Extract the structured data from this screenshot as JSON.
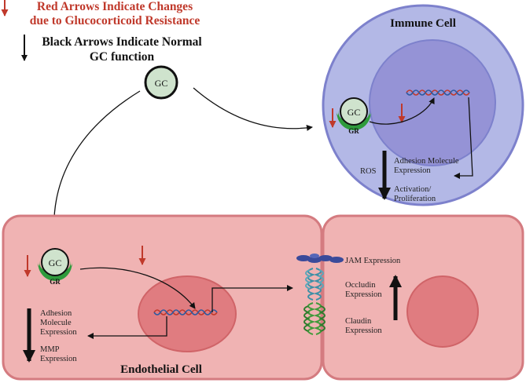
{
  "legend": {
    "red_line1": "Red Arrows Indicate Changes",
    "red_line2": "due to Glucocorticoid Resistance",
    "black_line1": "Black Arrows Indicate Normal",
    "black_line2": "GC function"
  },
  "immune_cell": {
    "title": "Immune Cell",
    "gc": "GC",
    "gr": "GR",
    "ros": "ROS",
    "adhesion_line1": "Adhesion Molecule",
    "adhesion_line2": "Expression",
    "activation_line1": "Activation/",
    "activation_line2": "Proliferation"
  },
  "free_gc": "GC",
  "endothelial_cell": {
    "title": "Endothelial Cell",
    "gc": "GC",
    "gr": "GR",
    "adhesion_line1": "Adhesion",
    "adhesion_line2": "Molecule",
    "adhesion_line3": "Expression",
    "mmp_line1": "MMP",
    "mmp_line2": "Expression"
  },
  "junction": {
    "jam": "JAM Expression",
    "occludin_line1": "Occludin",
    "occludin_line2": "Expression",
    "claudin_line1": "Claudin",
    "claudin_line2": "Expression"
  },
  "colors": {
    "red_arrow": "#c0392b",
    "immune_cytoplasm": "#b3b8e6",
    "immune_nucleus": "#9593d6",
    "endo_cell": "#f0b3b3",
    "endo_nucleus": "#e07c80",
    "gc_fill": "#cfe3cd",
    "gr_fill": "#2e9b3c"
  }
}
